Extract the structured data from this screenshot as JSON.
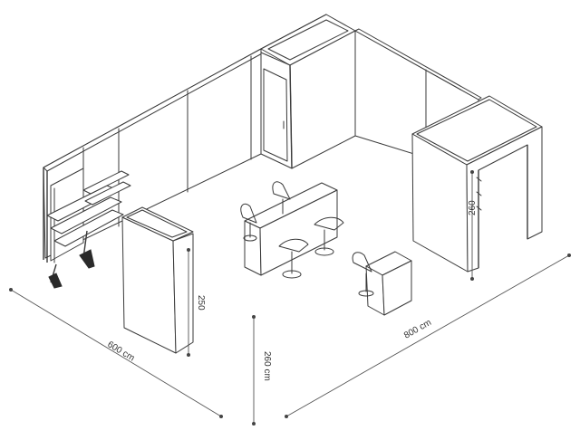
{
  "dimensions": {
    "width_label": "600 cm",
    "depth_label": "800 cm",
    "height_label": "260 cm",
    "partition_height_label": "250",
    "cabin_height_label": "260"
  },
  "colors": {
    "line": "#3a3a3a",
    "fill": "#ffffff",
    "dark": "#2a2a2a"
  }
}
